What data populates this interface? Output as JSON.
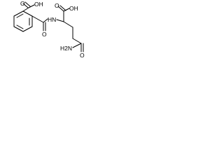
{
  "molecule": {
    "labels": {
      "top_left_oh": "OH",
      "top_left_o": "O",
      "top_right_o": "O",
      "top_right_oh": "OH",
      "amide_nh": "HN",
      "amide_o": "O",
      "amine": "H2N",
      "bottom_o": "O"
    }
  }
}
